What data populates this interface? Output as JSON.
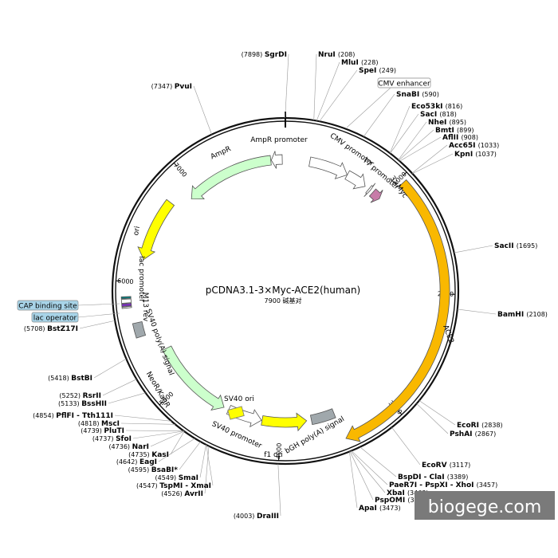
{
  "plasmid": {
    "title": "pCDNA3.1-3×Myc-ACE2(human)",
    "length_text": "7900 碱基对",
    "total_bp": 7900
  },
  "ticks": [
    {
      "bp": 1000,
      "label": "1000"
    },
    {
      "bp": 2000,
      "label": "2000"
    },
    {
      "bp": 3000,
      "label": "3000"
    },
    {
      "bp": 4000,
      "label": "4000"
    },
    {
      "bp": 5000,
      "label": "5000"
    },
    {
      "bp": 6000,
      "label": "6000"
    },
    {
      "bp": 7000,
      "label": "7000"
    }
  ],
  "features": [
    {
      "id": "cmv-enhancer",
      "label": "CMV enhancer",
      "color": "#ffffff",
      "start": 235,
      "end": 615,
      "dir": 1
    },
    {
      "id": "cmv-promoter",
      "label": "CMV promoter",
      "color": "#ffffff",
      "start": 616,
      "end": 819,
      "dir": 1
    },
    {
      "id": "t7-promoter",
      "label": "T7 promoter",
      "color": "#ffffff",
      "start": 863,
      "end": 882,
      "dir": 1
    },
    {
      "id": "3xmyc",
      "label": "3×Myc",
      "color": "#c77ba8",
      "start": 912,
      "end": 1000,
      "dir": 1
    },
    {
      "id": "ace2",
      "label": "ACE2",
      "color": "#f9b800",
      "start": 1040,
      "end": 3460,
      "dir": 1
    },
    {
      "id": "bgh",
      "label": "bGH poly(A) signal",
      "color": "#a0a8ac",
      "start": 3475,
      "end": 3700,
      "dir": 0
    },
    {
      "id": "f1-ori",
      "label": "f1 ori",
      "color": "#ffff00",
      "start": 3746,
      "end": 4174,
      "dir": -1
    },
    {
      "id": "sv40-promoter",
      "label": "SV40 promoter",
      "color": "#ffffff",
      "start": 4180,
      "end": 4510,
      "dir": -1
    },
    {
      "id": "neor",
      "label": "NeoR/KanR",
      "color": "#ccffcc",
      "start": 4560,
      "end": 5360,
      "dir": -1
    },
    {
      "id": "sv40-polya",
      "label": "SV40 poly(A) signal",
      "color": "#a0a8ac",
      "start": 5540,
      "end": 5660,
      "dir": 0
    },
    {
      "id": "m13-rev",
      "label": "M13 rev",
      "color": "#ffffff",
      "start": 5790,
      "end": 5800,
      "dir": 0
    },
    {
      "id": "lac-operator",
      "label": "lac operator",
      "color": "#7b2fbe",
      "start": 5805,
      "end": 5825,
      "dir": 0
    },
    {
      "id": "lac-promoter",
      "label": "lac promoter",
      "color": "#ffffff",
      "start": 5830,
      "end": 5860,
      "dir": 0
    },
    {
      "id": "cap-site",
      "label": "CAP binding site",
      "color": "#0b7d7d",
      "start": 5865,
      "end": 5880,
      "dir": 0
    },
    {
      "id": "ori",
      "label": "ori",
      "color": "#ffff00",
      "start": 6200,
      "end": 6750,
      "dir": -1
    },
    {
      "id": "ampr",
      "label": "AmpR",
      "color": "#ccffcc",
      "start": 6900,
      "end": 7760,
      "dir": -1
    },
    {
      "id": "ampr-promoter",
      "label": "AmpR promoter",
      "color": "#ffffff",
      "start": 7765,
      "end": 7870,
      "dir": -1
    }
  ],
  "extra_labels": {
    "sv40_ori": "SV40 ori",
    "cap_box": "CAP binding site",
    "lac_box": "lac operator",
    "cmv_box": "CMV enhancer"
  },
  "sites": [
    {
      "name": "SgrDI",
      "pos": "(7898)",
      "bp": 7898
    },
    {
      "name": "PvuI",
      "pos": "(7347)",
      "bp": 7347
    },
    {
      "name": "NruI",
      "pos": "(208)",
      "bp": 208
    },
    {
      "name": "MluI",
      "pos": "(228)",
      "bp": 228
    },
    {
      "name": "SpeI",
      "pos": "(249)",
      "bp": 249
    },
    {
      "name": "SnaBI",
      "pos": "(590)",
      "bp": 590
    },
    {
      "name": "Eco53kI",
      "pos": "(816)",
      "bp": 816
    },
    {
      "name": "SacI",
      "pos": "(818)",
      "bp": 818
    },
    {
      "name": "NheI",
      "pos": "(895)",
      "bp": 895
    },
    {
      "name": "BmtI",
      "pos": "(899)",
      "bp": 899
    },
    {
      "name": "AflII",
      "pos": "(908)",
      "bp": 908
    },
    {
      "name": "Acc65I",
      "pos": "(1033)",
      "bp": 1033
    },
    {
      "name": "KpnI",
      "pos": "(1037)",
      "bp": 1037
    },
    {
      "name": "SacII",
      "pos": "(1695)",
      "bp": 1695
    },
    {
      "name": "BamHI",
      "pos": "(2108)",
      "bp": 2108
    },
    {
      "name": "EcoRI",
      "pos": "(2838)",
      "bp": 2838
    },
    {
      "name": "PshAI",
      "pos": "(2867)",
      "bp": 2867
    },
    {
      "name": "EcoRV",
      "pos": "(3117)",
      "bp": 3117
    },
    {
      "name": "BspDI - ClaI",
      "pos": "(3389)",
      "bp": 3389
    },
    {
      "name": "PaeR7I - PspXI - XhoI",
      "pos": "(3457)",
      "bp": 3457
    },
    {
      "name": "XbaI",
      "pos": "(3463)",
      "bp": 3463
    },
    {
      "name": "PspOMI",
      "pos": "(3469)",
      "bp": 3469
    },
    {
      "name": "ApaI",
      "pos": "(3473)",
      "bp": 3473
    },
    {
      "name": "DraIII",
      "pos": "(4003)",
      "bp": 4003
    },
    {
      "name": "AvrII",
      "pos": "(4526)",
      "bp": 4526
    },
    {
      "name": "TspMI - XmaI",
      "pos": "(4547)",
      "bp": 4547
    },
    {
      "name": "SmaI",
      "pos": "(4549)",
      "bp": 4549
    },
    {
      "name": "BsaBI*",
      "pos": "(4595)",
      "bp": 4595,
      "gray": true
    },
    {
      "name": "EagI",
      "pos": "(4642)",
      "bp": 4642
    },
    {
      "name": "KasI",
      "pos": "(4735)",
      "bp": 4735
    },
    {
      "name": "NarI",
      "pos": "(4736)",
      "bp": 4736
    },
    {
      "name": "SfoI",
      "pos": "(4737)",
      "bp": 4737
    },
    {
      "name": "PluTI",
      "pos": "(4739)",
      "bp": 4739
    },
    {
      "name": "MscI",
      "pos": "(4818)",
      "bp": 4818
    },
    {
      "name": "PflFI - Tth111I",
      "pos": "(4854)",
      "bp": 4854
    },
    {
      "name": "BssHII",
      "pos": "(5133)",
      "bp": 5133
    },
    {
      "name": "RsrII",
      "pos": "(5252)",
      "bp": 5252
    },
    {
      "name": "BstBI",
      "pos": "(5418)",
      "bp": 5418
    },
    {
      "name": "BstZ17I",
      "pos": "(5708)",
      "bp": 5708
    }
  ],
  "watermark": "biogege.com",
  "colors": {
    "backbone": "#111111",
    "watermark_bg": "#7a7a7a",
    "cap_box": "#a8d4e8",
    "lac_box": "#a8d4e8"
  }
}
